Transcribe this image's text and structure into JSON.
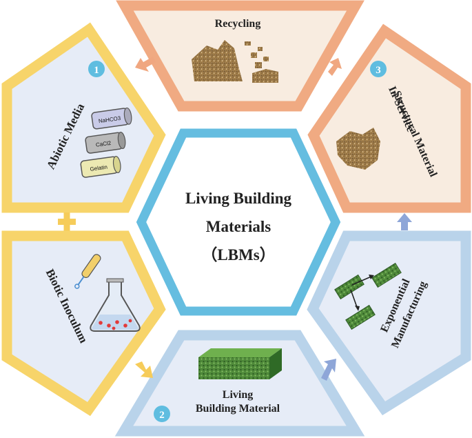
{
  "center": {
    "line1": "Living Building",
    "line2": "Materials",
    "line3": "（LBMs）"
  },
  "panels": {
    "recycling": {
      "title": "Recycling"
    },
    "abiotic": {
      "title": "Abiotic Media",
      "step": "1",
      "bottles": [
        "NaHCO3",
        "CaCl2",
        "Gelatin"
      ]
    },
    "biotic": {
      "title": "Biotic Inoculum"
    },
    "living": {
      "step": "2",
      "line1": "Living",
      "line2": "Building Material"
    },
    "exponential": {
      "line1": "Exponential",
      "line2": "Manufacturing"
    },
    "inservice": {
      "step": "3",
      "line1": "In-Service",
      "line2": "Structural Material"
    }
  },
  "colors": {
    "yellow_border": "#f7d46a",
    "orange_border": "#f0aa82",
    "blue_border": "#b9d3ea",
    "center_border": "#65bde0",
    "panel_fill_blue": "#e6ecf7",
    "panel_fill_orange": "#f8ece0",
    "badge": "#5fbde0",
    "arrow_orange": "#f0a780",
    "arrow_yellow": "#f6cc5a",
    "arrow_blue": "#8ea6d8"
  }
}
